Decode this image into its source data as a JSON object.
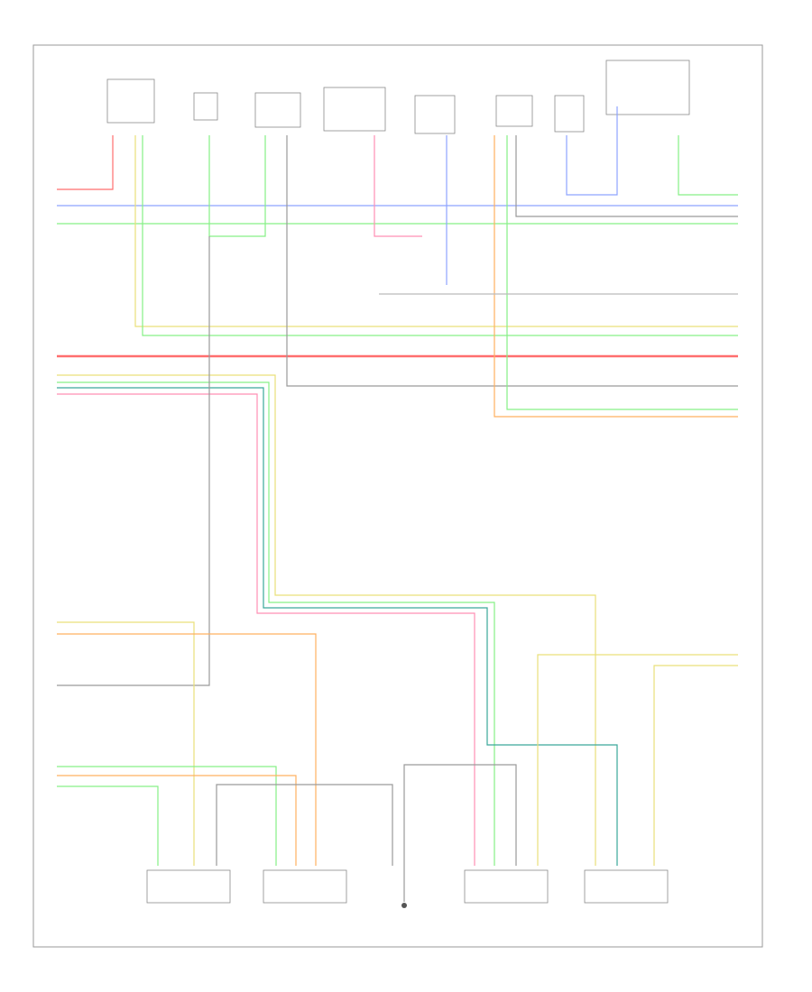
{
  "diagram": {
    "footer_code": "",
    "colors": {
      "red": "#ff6e6e",
      "pink": "#ff8fb4",
      "blue": "#8ea4ff",
      "green": "#86f086",
      "yellow": "#e9e07a",
      "orange": "#ffb060",
      "grey": "#9a9a9a",
      "teal": "#3aa89a"
    },
    "components_top": [
      {
        "id": "c1",
        "lines": []
      },
      {
        "id": "c2",
        "lines": []
      },
      {
        "id": "c3",
        "lines": []
      },
      {
        "id": "c4",
        "lines": []
      },
      {
        "id": "c5",
        "lines": []
      },
      {
        "id": "c6",
        "lines": []
      },
      {
        "id": "c7",
        "lines": []
      },
      {
        "id": "c8",
        "lines": []
      }
    ],
    "components_bottom": [
      {
        "id": "b1",
        "lines": []
      },
      {
        "id": "b2",
        "lines": []
      },
      {
        "id": "b3",
        "lines": []
      },
      {
        "id": "b4",
        "lines": []
      },
      {
        "id": "b5",
        "lines": []
      }
    ],
    "left_wire_labels": [],
    "right_wire_labels": [],
    "splice_notes": []
  }
}
